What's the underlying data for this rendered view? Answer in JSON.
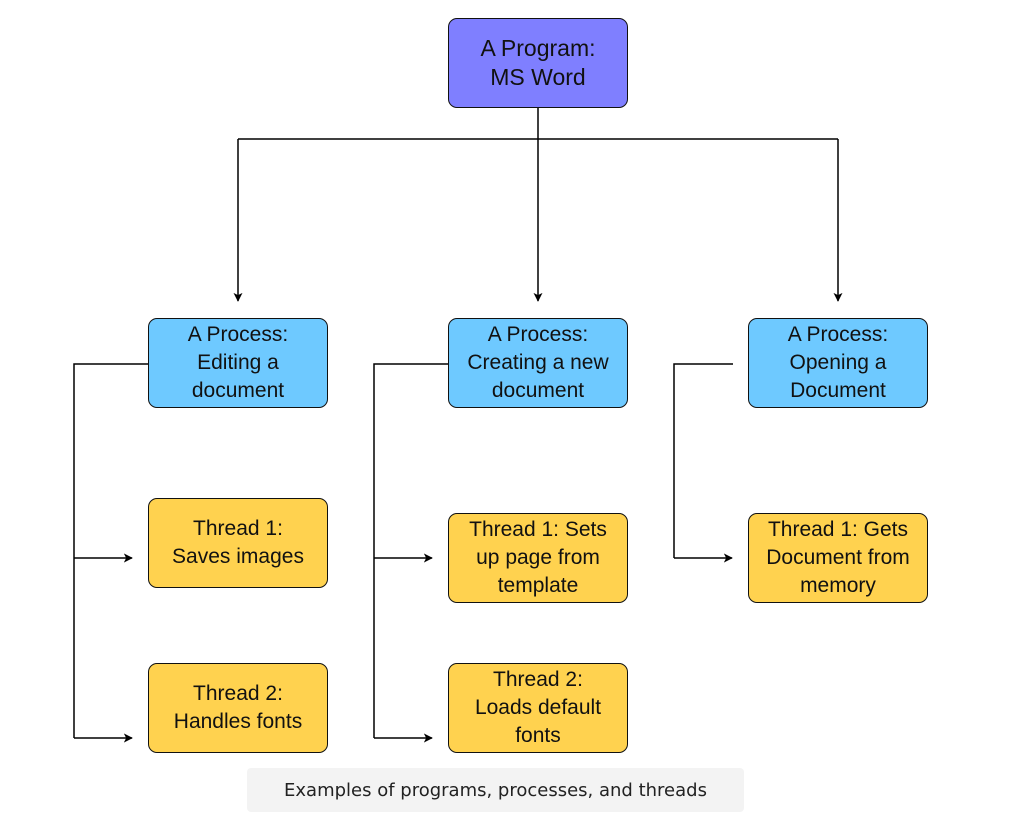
{
  "colors": {
    "program": "#7f7fff",
    "process": "#6ec9ff",
    "thread": "#ffd24f",
    "line": "#000000"
  },
  "program": {
    "label": "A Program:\nMS Word"
  },
  "processes": [
    {
      "label": "A Process:\nEditing a\ndocument",
      "threads": [
        {
          "label": "Thread 1:\nSaves images"
        },
        {
          "label": "Thread 2:\nHandles fonts"
        }
      ]
    },
    {
      "label": "A Process:\nCreating a new\ndocument",
      "threads": [
        {
          "label": "Thread 1: Sets\nup page from\ntemplate"
        },
        {
          "label": "Thread 2:\nLoads default\nfonts"
        }
      ]
    },
    {
      "label": "A Process:\nOpening a\nDocument",
      "threads": [
        {
          "label": "Thread 1: Gets\nDocument from\nmemory"
        }
      ]
    }
  ],
  "caption": "Examples of programs, processes, and threads"
}
